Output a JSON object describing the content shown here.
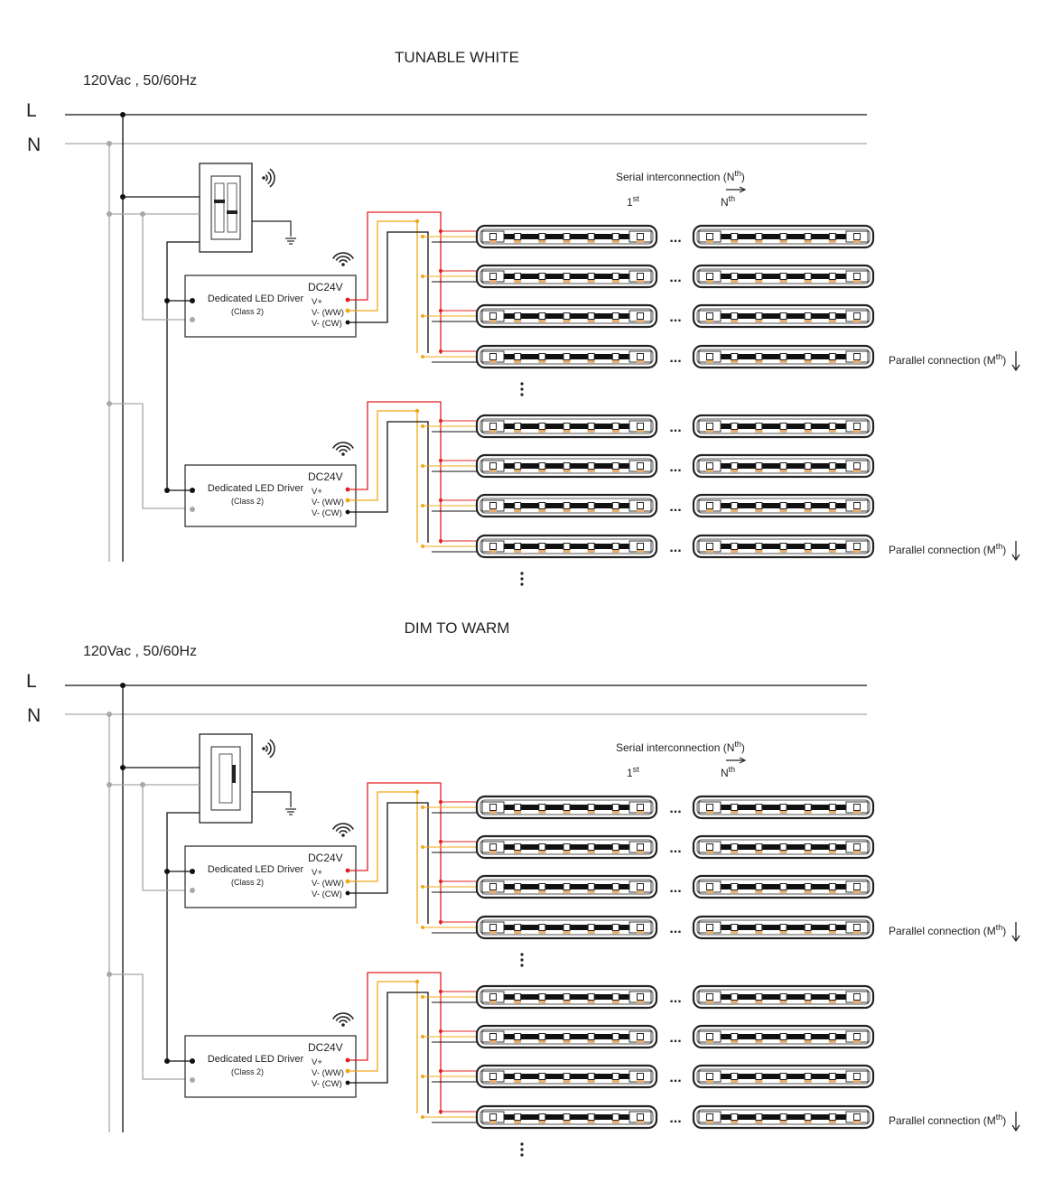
{
  "sections": [
    {
      "id": "tunable-white",
      "title": "TUNABLE WHITE",
      "voltage": "120Vac , 50/60Hz",
      "line_label": "L",
      "neutral_label": "N",
      "dimmer_type": "dual-slider",
      "drivers": [
        {
          "name": "Dedicated LED Driver",
          "class_label": "(Class 2)",
          "output_label": "DC24V",
          "pins": [
            "V+",
            "V- (WW)",
            "V- (CW)"
          ]
        },
        {
          "name": "Dedicated LED Driver",
          "class_label": "(Class 2)",
          "output_label": "DC24V",
          "pins": [
            "V+",
            "V- (WW)",
            "V- (CW)"
          ]
        }
      ],
      "serial_label": "Serial interconnection (N",
      "serial_sup": "th",
      "serial_close": ")",
      "first_label": "1",
      "first_sup": "st",
      "nth_label": "N",
      "nth_sup": "th",
      "parallel_label": "Parallel connection (M",
      "parallel_sup": "th",
      "parallel_close": ")",
      "dots": "..."
    },
    {
      "id": "dim-to-warm",
      "title": "DIM TO WARM",
      "voltage": "120Vac , 50/60Hz",
      "line_label": "L",
      "neutral_label": "N",
      "dimmer_type": "single-slider",
      "drivers": [
        {
          "name": "Dedicated LED Driver",
          "class_label": "(Class 2)",
          "output_label": "DC24V",
          "pins": [
            "V+",
            "V- (WW)",
            "V- (CW)"
          ]
        },
        {
          "name": "Dedicated LED Driver",
          "class_label": "(Class 2)",
          "output_label": "DC24V",
          "pins": [
            "V+",
            "V- (WW)",
            "V- (CW)"
          ]
        }
      ],
      "serial_label": "Serial interconnection (N",
      "serial_sup": "th",
      "serial_close": ")",
      "first_label": "1",
      "first_sup": "st",
      "nth_label": "N",
      "nth_sup": "th",
      "parallel_label": "Parallel connection (M",
      "parallel_sup": "th",
      "parallel_close": ")",
      "dots": "..."
    }
  ],
  "colors": {
    "line": "#111111",
    "neutral": "#a8a8a8",
    "vplus": "#e02020",
    "ww": "#f0a818",
    "cw": "#111111",
    "strip_outline": "#333333",
    "led_warm": "#e8b070"
  },
  "icons": [
    "wireless-signal-icon",
    "ground-icon",
    "arrow-right-icon",
    "arrow-down-icon"
  ]
}
